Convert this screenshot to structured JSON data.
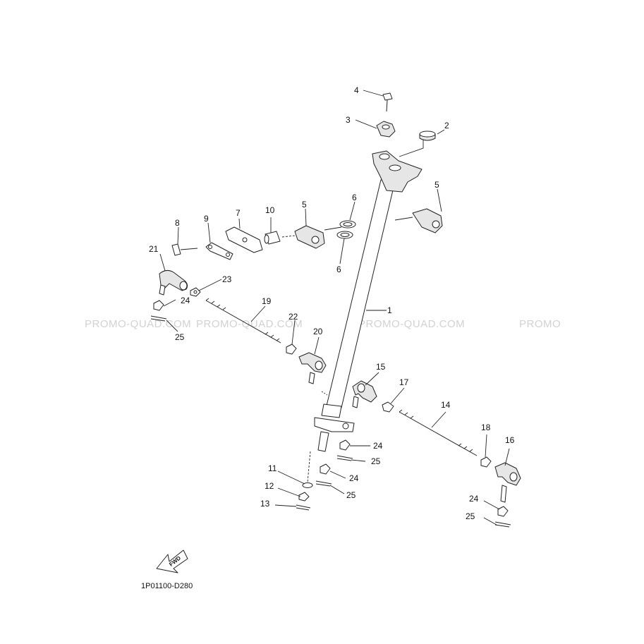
{
  "drawing_code": "1P01100-D280",
  "watermark": [
    "PROMO-QUAD.COM",
    "PROMO-QUAD.COM",
    "PROMO-QUAD.COM",
    "PROMO"
  ],
  "fwd_label": "FWD",
  "callouts": [
    "1",
    "2",
    "3",
    "4",
    "5",
    "5",
    "6",
    "6",
    "7",
    "8",
    "9",
    "10",
    "11",
    "12",
    "13",
    "14",
    "15",
    "16",
    "17",
    "18",
    "19",
    "20",
    "21",
    "22",
    "23",
    "24",
    "24",
    "24",
    "24",
    "25",
    "25",
    "25",
    "25"
  ]
}
